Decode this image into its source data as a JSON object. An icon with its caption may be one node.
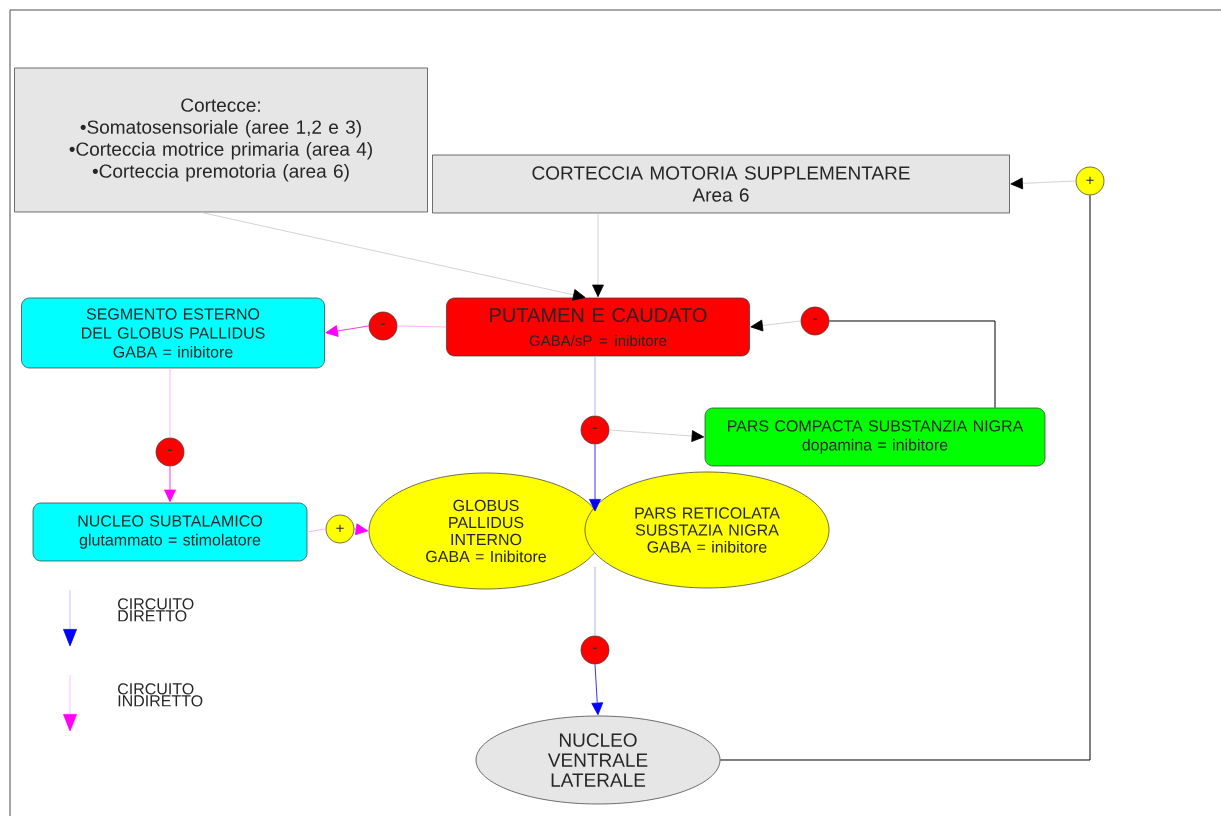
{
  "diagram": {
    "nodes": [
      {
        "text": [
          "Cortecce:",
          "•Somatosensoriale (aree 1,2 e 3)",
          "•Corteccia motrice primaria (area 4)",
          "•Corteccia premotoria (area 6)"
        ]
      },
      {
        "text": [
          "CORTECCIA MOTORIA SUPPLEMENTARE",
          "Area 6"
        ]
      },
      {
        "text": [
          "+"
        ]
      },
      {
        "text": [
          "SEGMENTO ESTERNO DEL GLOBUS PALLIDUS",
          "GABA = inibitore"
        ]
      },
      {
        "text": [
          "-"
        ]
      },
      {
        "text": [
          "PUTAMEN E CAUDATO",
          "GABA/sP = inibitore"
        ]
      },
      {
        "text": [
          "-"
        ]
      },
      {
        "text": [
          "-"
        ]
      },
      {
        "text": [
          "PARS COMPACTA SUBSTANZIA NIGRA",
          "dopamina = inibitore"
        ]
      },
      {
        "text": [
          "-"
        ]
      },
      {
        "text": [
          "NUCLEO SUBTALAMICO",
          "glutammato = stimolatore"
        ]
      },
      {
        "text": [
          "+"
        ]
      },
      {
        "text": [
          "GLOBUS PALLIDUS INTERNO",
          "GABA = Inibitore"
        ]
      },
      {
        "text": [
          "PARS RETICOLATA SUBSTAZIA NIGRA",
          "GABA = inibitore"
        ]
      },
      {
        "text": [
          "-"
        ]
      },
      {
        "text": [
          "NUCLEO VENTRALE LATERALE"
        ]
      }
    ],
    "edges": [
      {
        "from": 0,
        "to": 5,
        "arrow": "to"
      },
      {
        "from": 1,
        "to": 5,
        "arrow": "to"
      },
      {
        "from": 5,
        "to": 4,
        "arrow": "none",
        "color": "#ffb0ff"
      },
      {
        "from": 4,
        "to": 3,
        "arrow": "to",
        "color": "#ff00ff"
      },
      {
        "from": 5,
        "to": 7,
        "arrow": "none",
        "color": "#b0b0ff"
      },
      {
        "from": 7,
        "to": 12,
        "arrow": "to",
        "color": "#0000ff"
      },
      {
        "from": 7,
        "to": 8,
        "arrow": "to"
      },
      {
        "from": 8,
        "to": 6,
        "arrow": "none",
        "color": "#000000"
      },
      {
        "from": 6,
        "to": 5,
        "arrow": "to"
      },
      {
        "from": 3,
        "to": 9,
        "arrow": "none",
        "color": "#ffb0ff"
      },
      {
        "from": 9,
        "to": 10,
        "arrow": "to",
        "color": "#ff00ff"
      },
      {
        "from": 10,
        "to": 11,
        "arrow": "none",
        "color": "#ffb0ff"
      },
      {
        "from": 11,
        "to": 12,
        "arrow": "to",
        "color": "#ff00ff"
      },
      {
        "from": 12,
        "to": 14,
        "arrow": "none",
        "color": "#b0b0ff"
      },
      {
        "from": 14,
        "to": 15,
        "arrow": "to",
        "color": "#0000ff"
      },
      {
        "from": 15,
        "to": 2,
        "arrow": "none",
        "color": "#000000"
      },
      {
        "from": 2,
        "to": 1,
        "arrow": "to"
      }
    ],
    "legend": [
      {
        "text": "CIRCUITO DIRETTO"
      },
      {
        "text": "CIRCUITO INDIRETTO"
      }
    ]
  }
}
